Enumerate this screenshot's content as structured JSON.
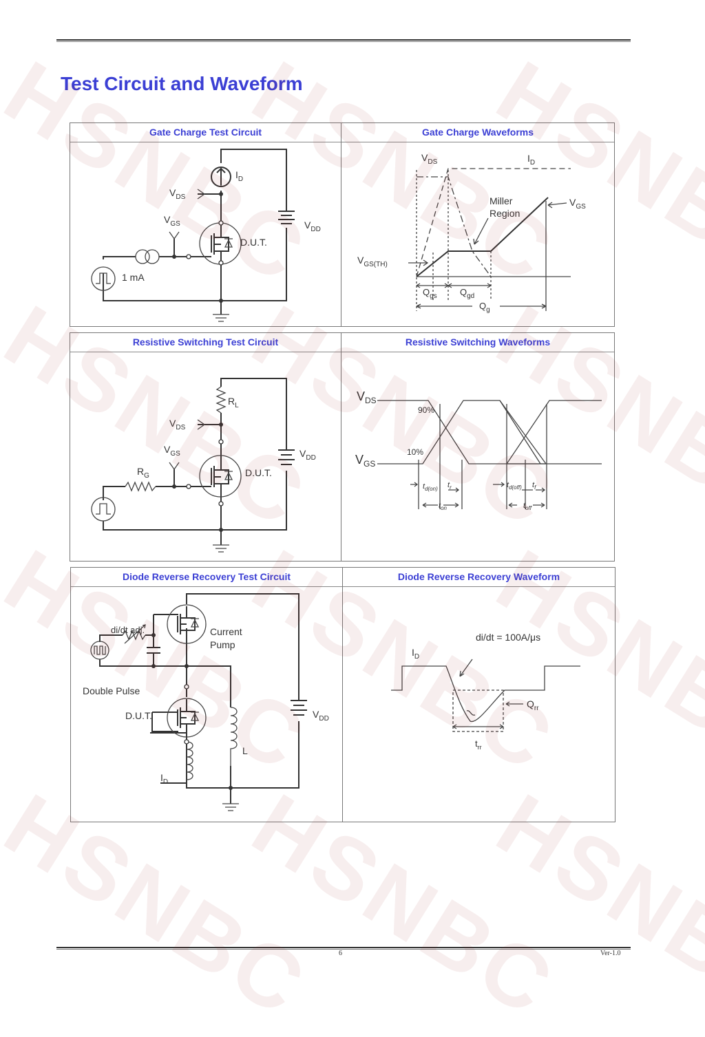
{
  "document": {
    "title": "Test Circuit and Waveform",
    "watermark": "HSNBC",
    "page_number": "6",
    "version": "Ver-1.0",
    "accent_color": "#3b3fd4"
  },
  "panels": {
    "gate_charge_circuit": {
      "heading": "Gate Charge Test Circuit",
      "labels": {
        "id": "I",
        "id_sub": "D",
        "vds": "V",
        "vds_sub": "DS",
        "vgs": "V",
        "vgs_sub": "GS",
        "dut": "D.U.T.",
        "vdd": "V",
        "vdd_sub": "DD",
        "source": "1 mA"
      }
    },
    "gate_charge_waveform": {
      "heading": "Gate Charge Waveforms",
      "labels": {
        "vds": "V",
        "vds_sub": "DS",
        "id": "I",
        "id_sub": "D",
        "miller_1": "Miller",
        "miller_2": "Region",
        "vgs": "V",
        "vgs_sub": "GS",
        "vgsth": "V",
        "vgsth_sub": "GS(TH)",
        "qgs": "Q",
        "qgs_sub": "gs",
        "qgd": "Q",
        "qgd_sub": "gd",
        "qg": "Q",
        "qg_sub": "g"
      }
    },
    "resistive_circuit": {
      "heading": "Resistive Switching Test Circuit",
      "labels": {
        "rl": "R",
        "rl_sub": "L",
        "vds": "V",
        "vds_sub": "DS",
        "vgs": "V",
        "vgs_sub": "GS",
        "rg": "R",
        "rg_sub": "G",
        "dut": "D.U.T.",
        "vdd": "V",
        "vdd_sub": "DD"
      }
    },
    "resistive_waveform": {
      "heading": "Resistive Switching Waveforms",
      "labels": {
        "vds": "V",
        "vds_sub": "DS",
        "vgs": "V",
        "vgs_sub": "GS",
        "p90": "90%",
        "p10": "10%",
        "tdon": "t",
        "tdon_sub": "d(on)",
        "tr": "t",
        "tr_sub": "r",
        "ton": "t",
        "ton_sub": "on",
        "tdoff": "t",
        "tdoff_sub": "d(off)",
        "tf": "t",
        "tf_sub": "f",
        "toff": "t",
        "toff_sub": "off"
      }
    },
    "diode_circuit": {
      "heading": "Diode Reverse Recovery Test Circuit",
      "labels": {
        "didt": "di/dt adj.",
        "pump_1": "Current",
        "pump_2": "Pump",
        "double_pulse": "Double Pulse",
        "dut": "D.U.T.",
        "vdd": "V",
        "vdd_sub": "DD",
        "l": "L",
        "id": "I",
        "id_sub": "D"
      }
    },
    "diode_waveform": {
      "heading": "Diode Reverse Recovery Waveform",
      "labels": {
        "didt": "di/dt = 100A/μs",
        "id": "I",
        "id_sub": "D",
        "qrr": "Q",
        "qrr_sub": "rr",
        "trr": "t",
        "trr_sub": "rr"
      }
    }
  }
}
